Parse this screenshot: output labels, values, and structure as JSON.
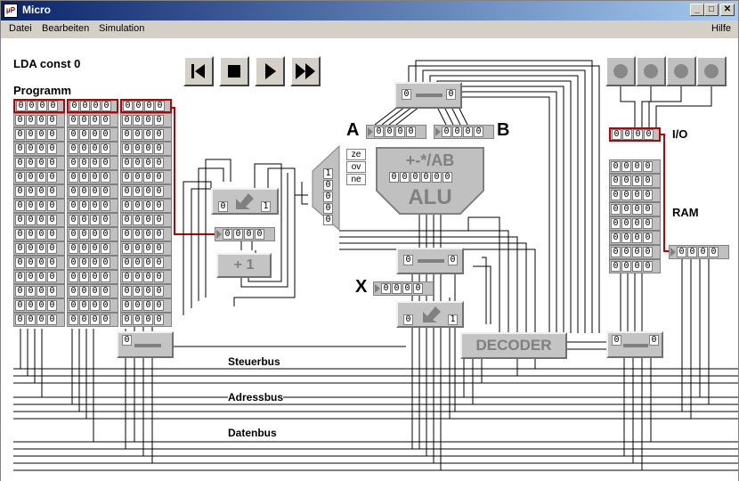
{
  "window": {
    "app_icon": "μP",
    "title": "Micro",
    "controls": {
      "minimize": "_",
      "maximize": "□",
      "close": "✕"
    }
  },
  "menu": {
    "file": "Datei",
    "edit": "Bearbeiten",
    "simulation": "Simulation",
    "help": "Hilfe"
  },
  "status": {
    "instruction": "LDA const  0"
  },
  "labels": {
    "program": "Programm",
    "reg_a": "A",
    "reg_b": "B",
    "reg_x": "X",
    "io": "I/O",
    "ram": "RAM",
    "control_bus": "Steuerbus",
    "address_bus": "Adressbus",
    "data_bus": "Datenbus"
  },
  "playback": {
    "buttons": [
      {
        "name": "reset-button",
        "icon": "skip-back-icon"
      },
      {
        "name": "stop-button",
        "icon": "stop-icon"
      },
      {
        "name": "step-button",
        "icon": "play-icon"
      },
      {
        "name": "run-button",
        "icon": "fast-forward-icon"
      }
    ]
  },
  "alu": {
    "ops": "+-*/AB",
    "name": "ALU",
    "display": "000000",
    "flags": [
      "ze",
      "ov",
      "ne"
    ],
    "mux_digits": "10000"
  },
  "decoder": {
    "label": "DECODER"
  },
  "incrementer": {
    "label": "+ 1"
  },
  "gate": {
    "left": "0",
    "right": "1",
    "zero": "0"
  },
  "registers": {
    "pc": "0000",
    "a": "0000",
    "b": "0000",
    "x": "0000",
    "io": "0000",
    "ram_out": "0000"
  },
  "program_memory": {
    "rows": 16,
    "row_value": [
      "0000",
      "0000",
      "0000"
    ]
  },
  "ram_memory": {
    "rows": 8,
    "row_value": "0000"
  },
  "colors": {
    "selection": "#c00000",
    "titlebar_start": "#0a246a",
    "titlebar_end": "#a6caf0"
  }
}
